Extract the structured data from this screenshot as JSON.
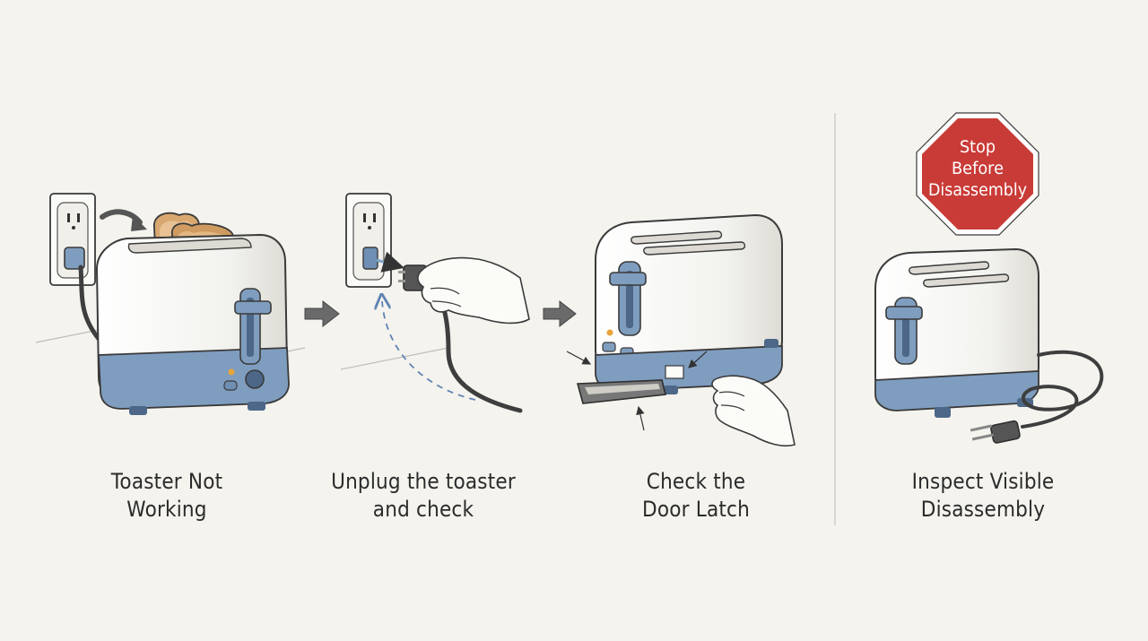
{
  "steps": [
    {
      "line1": "Toaster Not",
      "line2": "Working"
    },
    {
      "line1": "Unplug the toaster",
      "line2": "and check"
    },
    {
      "line1": "Check the",
      "line2": "Door Latch"
    },
    {
      "line1": "Inspect Visible",
      "line2": "Disassembly"
    }
  ],
  "stop_sign": {
    "line1": "Stop",
    "line2": "Before",
    "line3": "Disassembly"
  },
  "colors": {
    "background": "#f4f3ee",
    "toaster_body": "#f7f7f4",
    "toaster_accent": "#7f9dbf",
    "toaster_base": "#6f8fb4",
    "outline": "#3a3a3a",
    "toast": "#d9a871",
    "stop_sign": "#c93b37",
    "dashed_arrow": "#5f83b3",
    "indicator": "#e8a53a"
  }
}
